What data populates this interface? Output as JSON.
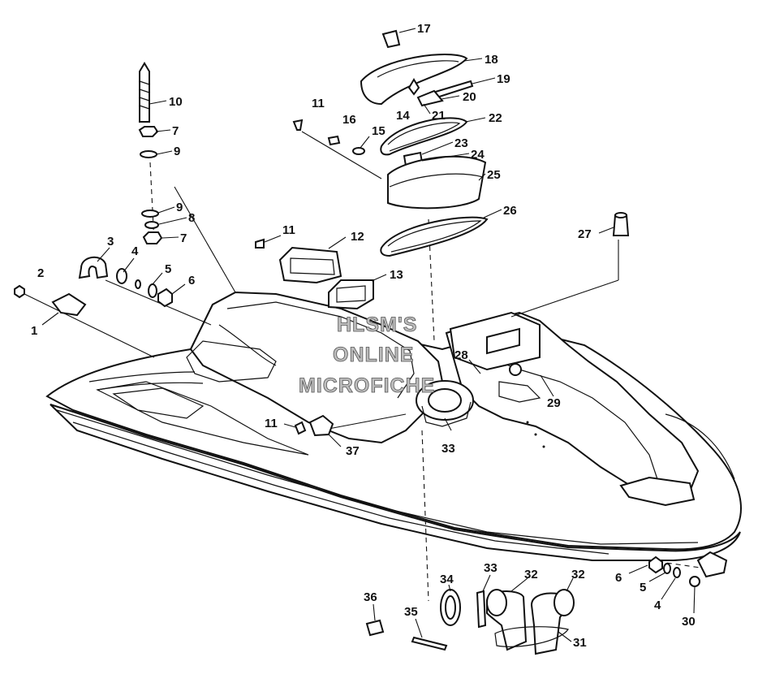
{
  "watermark": {
    "line1": "HLSM'S",
    "line2": "ONLINE",
    "line3": "MICROFICHE"
  },
  "callouts": [
    {
      "id": "c1",
      "text": "1"
    },
    {
      "id": "c2",
      "text": "2"
    },
    {
      "id": "c3",
      "text": "3"
    },
    {
      "id": "c4a",
      "text": "4"
    },
    {
      "id": "c5a",
      "text": "5"
    },
    {
      "id": "c6a",
      "text": "6"
    },
    {
      "id": "c7a",
      "text": "7"
    },
    {
      "id": "c7b",
      "text": "7"
    },
    {
      "id": "c8",
      "text": "8"
    },
    {
      "id": "c9a",
      "text": "9"
    },
    {
      "id": "c9b",
      "text": "9"
    },
    {
      "id": "c10",
      "text": "10"
    },
    {
      "id": "c11a",
      "text": "11"
    },
    {
      "id": "c11b",
      "text": "11"
    },
    {
      "id": "c11c",
      "text": "11"
    },
    {
      "id": "c12",
      "text": "12"
    },
    {
      "id": "c13",
      "text": "13"
    },
    {
      "id": "c14",
      "text": "14"
    },
    {
      "id": "c15",
      "text": "15"
    },
    {
      "id": "c16",
      "text": "16"
    },
    {
      "id": "c17",
      "text": "17"
    },
    {
      "id": "c18",
      "text": "18"
    },
    {
      "id": "c19",
      "text": "19"
    },
    {
      "id": "c20",
      "text": "20"
    },
    {
      "id": "c21",
      "text": "21"
    },
    {
      "id": "c22",
      "text": "22"
    },
    {
      "id": "c23",
      "text": "23"
    },
    {
      "id": "c24",
      "text": "24"
    },
    {
      "id": "c25",
      "text": "25"
    },
    {
      "id": "c26",
      "text": "26"
    },
    {
      "id": "c27",
      "text": "27"
    },
    {
      "id": "c28",
      "text": "28"
    },
    {
      "id": "c29",
      "text": "29"
    },
    {
      "id": "c30",
      "text": "30"
    },
    {
      "id": "c31",
      "text": "31"
    },
    {
      "id": "c32a",
      "text": "32"
    },
    {
      "id": "c32b",
      "text": "32"
    },
    {
      "id": "c33a",
      "text": "33"
    },
    {
      "id": "c33b",
      "text": "33"
    },
    {
      "id": "c34",
      "text": "34"
    },
    {
      "id": "c35",
      "text": "35"
    },
    {
      "id": "c36",
      "text": "36"
    },
    {
      "id": "c37",
      "text": "37"
    },
    {
      "id": "c6b",
      "text": "6"
    },
    {
      "id": "c5b",
      "text": "5"
    },
    {
      "id": "c4b",
      "text": "4"
    }
  ]
}
